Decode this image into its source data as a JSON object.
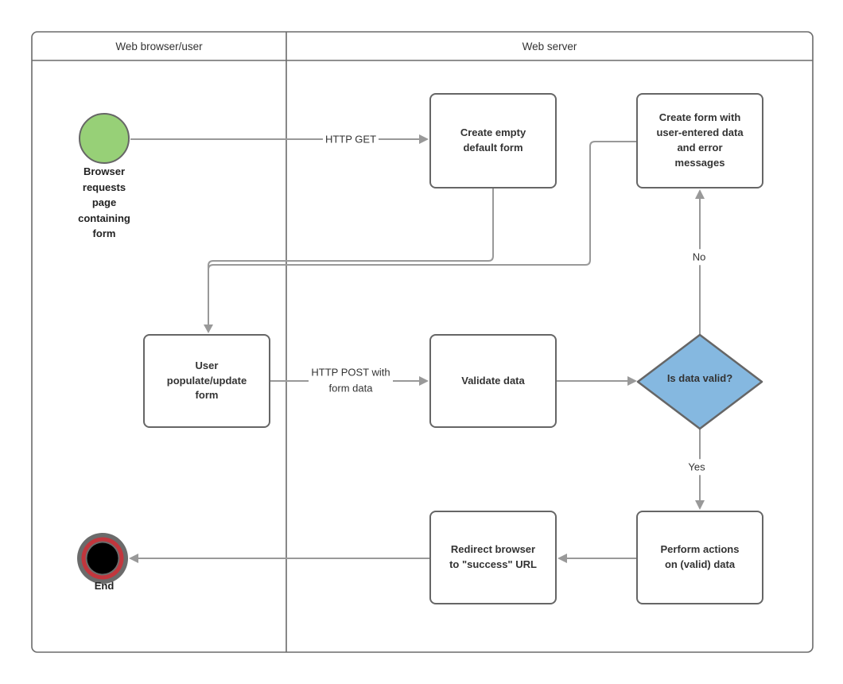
{
  "diagram": {
    "pool": {
      "lanes": [
        {
          "title": "Web browser/user"
        },
        {
          "title": "Web server"
        }
      ]
    },
    "nodes": {
      "start_caption": "Browser requests page containing form",
      "create_empty": "Create empty default form",
      "create_form": "Create form with user-entered data and error messages",
      "user_populate": "User populate/update form",
      "validate": "Validate data",
      "decision": "Is data valid?",
      "perform": "Perform actions on (valid) data",
      "redirect": "Redirect browser to \"success\" URL",
      "end_caption": "End"
    },
    "edge_labels": {
      "http_get": "HTTP GET",
      "http_post": "HTTP POST with form data",
      "no": "No",
      "yes": "Yes"
    },
    "colors": {
      "start_fill": "#97D077",
      "decision_fill": "#85B8E0",
      "end_outer_ring": "#6B6B6B",
      "end_red_ring": "#C2363D",
      "end_core": "#000000",
      "shape_border": "#666666",
      "connector": "#999999",
      "text": "#333333"
    }
  }
}
